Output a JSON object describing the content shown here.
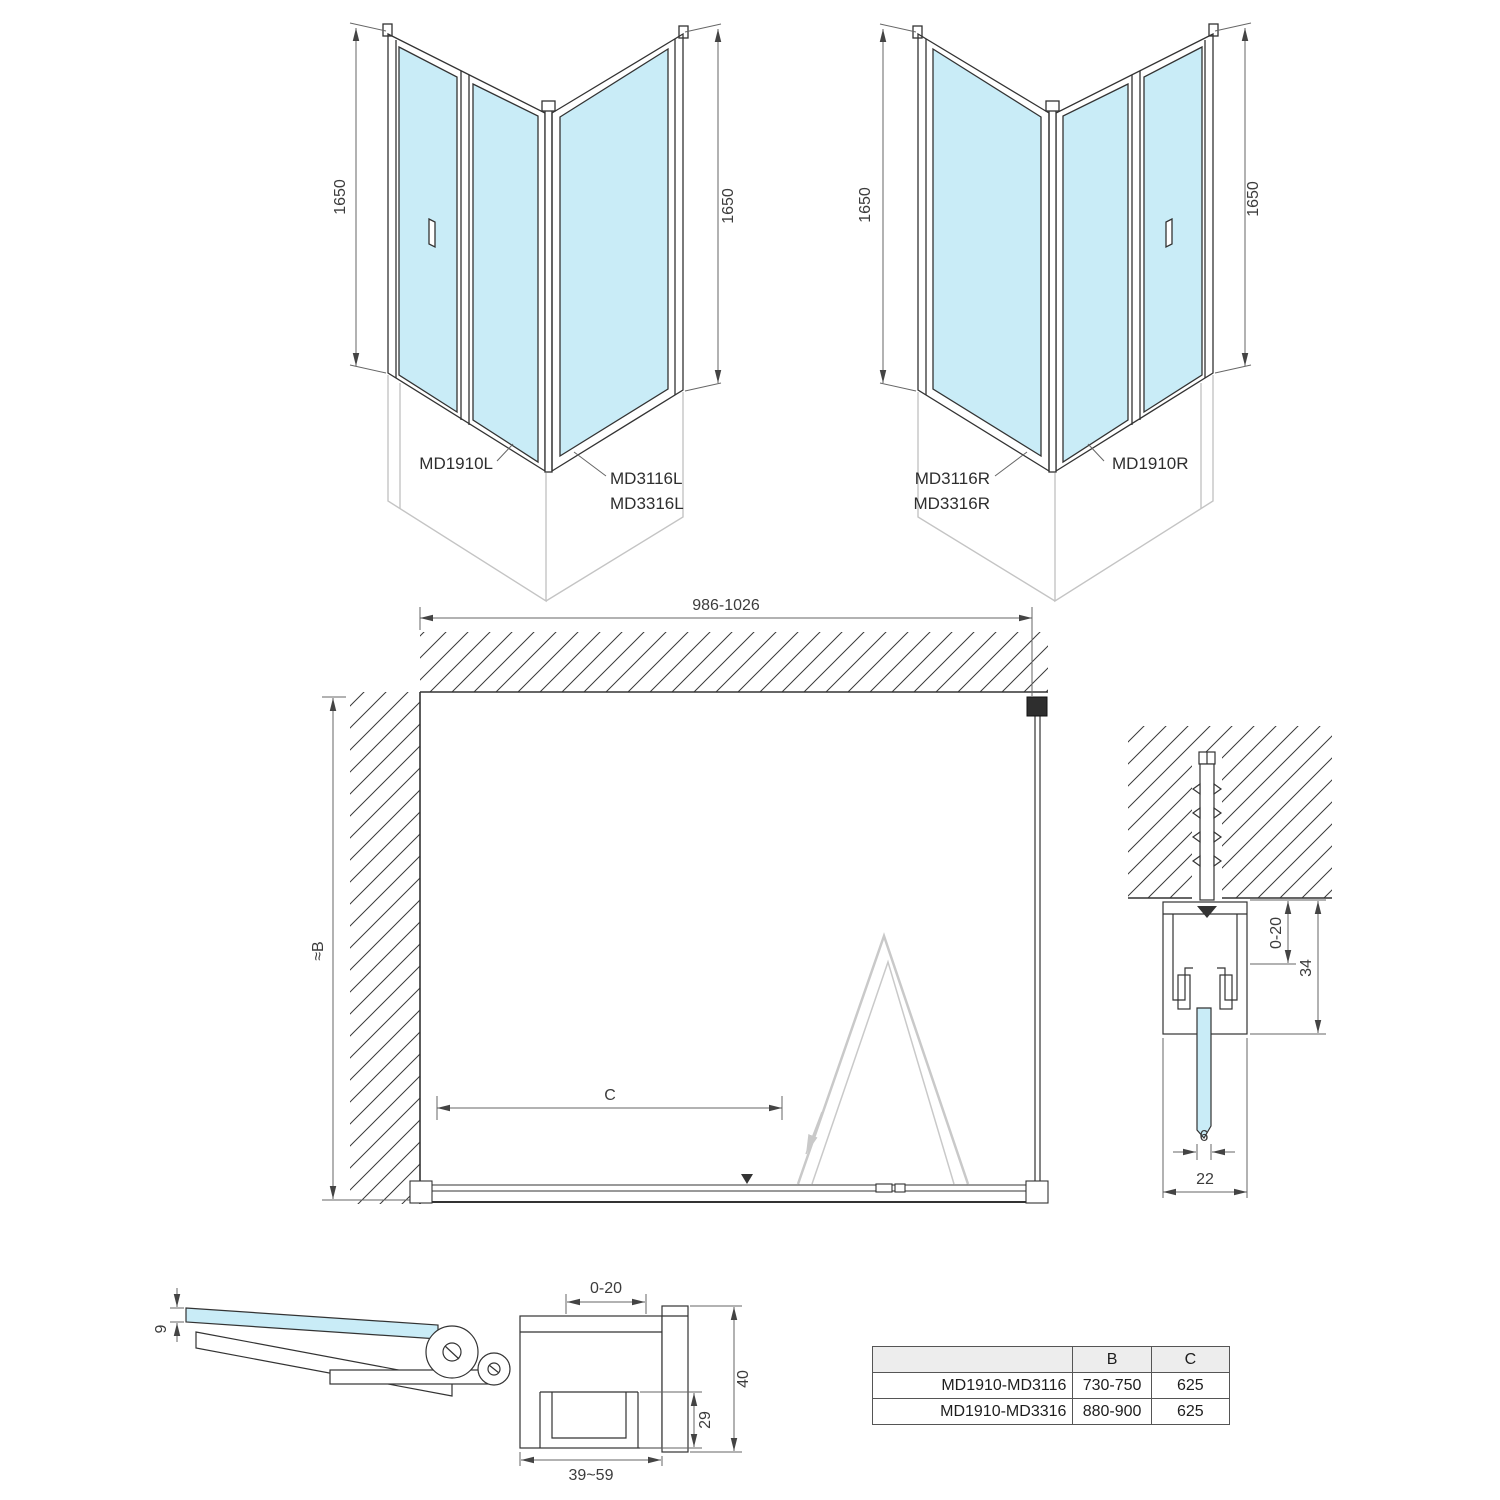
{
  "colors": {
    "glass": "#c9ecf7",
    "line": "#333333",
    "dim_line": "#555555",
    "ghost": "#c9c9c9",
    "table_header_bg": "#ededed"
  },
  "iso_left": {
    "dim_left": "1650",
    "dim_right": "1650",
    "door_label": "MD1910L",
    "panel_labels": [
      "MD3116L",
      "MD3316L"
    ]
  },
  "iso_right": {
    "dim_left": "1650",
    "dim_right": "1650",
    "panel_labels": [
      "MD3116R",
      "MD3316R"
    ],
    "door_label": "MD1910R"
  },
  "plan": {
    "width_dim": "986-1026",
    "height_dim": "≈B",
    "inner_dim": "C"
  },
  "wall_detail": {
    "adjust_dim": "0-20",
    "profile_height_dim": "34",
    "glass_dim": "6",
    "profile_width_dim": "22"
  },
  "hinge_detail": {
    "adjust_dim": "0-20",
    "glass_dim": "9",
    "channel_dim": "29",
    "height_dim": "40",
    "range_dim": "39~59"
  },
  "table": {
    "headers": {
      "model": "",
      "b": "B",
      "c": "C"
    },
    "rows": [
      {
        "model": "MD1910-MD3116",
        "b": "730-750",
        "c": "625"
      },
      {
        "model": "MD1910-MD3316",
        "b": "880-900",
        "c": "625"
      }
    ]
  }
}
